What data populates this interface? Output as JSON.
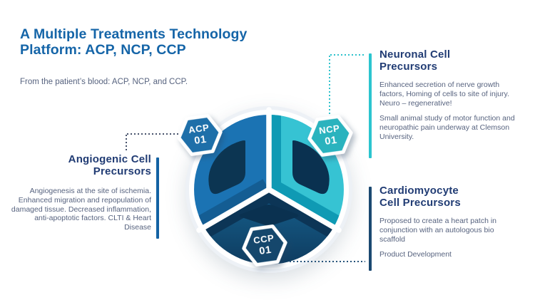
{
  "slide": {
    "title_lines": [
      "A Multiple Treatments Technology",
      "Platform: ACP, NCP, CCP"
    ],
    "intro": "From the patient’s blood: ACP, NCP, and CCP."
  },
  "wheel": {
    "badges": [
      {
        "code": "ACP",
        "num": "01",
        "color": "#1e6fa9"
      },
      {
        "code": "NCP",
        "num": "01",
        "color": "#2ab3be"
      },
      {
        "code": "CCP",
        "num": "01",
        "color": "#15476c"
      }
    ],
    "segment_colors": {
      "left": "#1b73b3",
      "right": "#36c3d3",
      "bottom_top": "#17628f",
      "bottom_bottom": "#0e3c60",
      "inner_shapes": "#0c3552"
    }
  },
  "sections": [
    {
      "id": "neuronal",
      "heading_lines": [
        "Neuronal Cell",
        "Precursors"
      ],
      "paragraphs": [
        "Enhanced secretion of nerve growth factors, Homing of cells to site of injury. Neuro – regenerative!",
        "Small animal study of motor function and neuropathic pain underway at Clemson University."
      ],
      "accent_color": "#2bc5cf"
    },
    {
      "id": "angiogenic",
      "heading_lines": [
        "Angiogenic Cell",
        "Precursors"
      ],
      "paragraphs": [
        "Angiogenesis at the site of ischemia. Enhanced migration and repopulation of damaged tissue. Decreased inflammation, anti-apoptotic factors. CLTI & Heart Disease"
      ],
      "accent_color": "#1362a3"
    },
    {
      "id": "cardiomyocyte",
      "heading_lines": [
        "Cardiomyocyte",
        "Cell Precursors"
      ],
      "paragraphs": [
        "Proposed to create a heart patch in conjunction with an autologous bio scaffold",
        "Product Development"
      ],
      "accent_color": "#1b4971"
    }
  ],
  "colors": {
    "title": "#1565a8",
    "heading": "#213c74",
    "body_text": "#57637f"
  }
}
